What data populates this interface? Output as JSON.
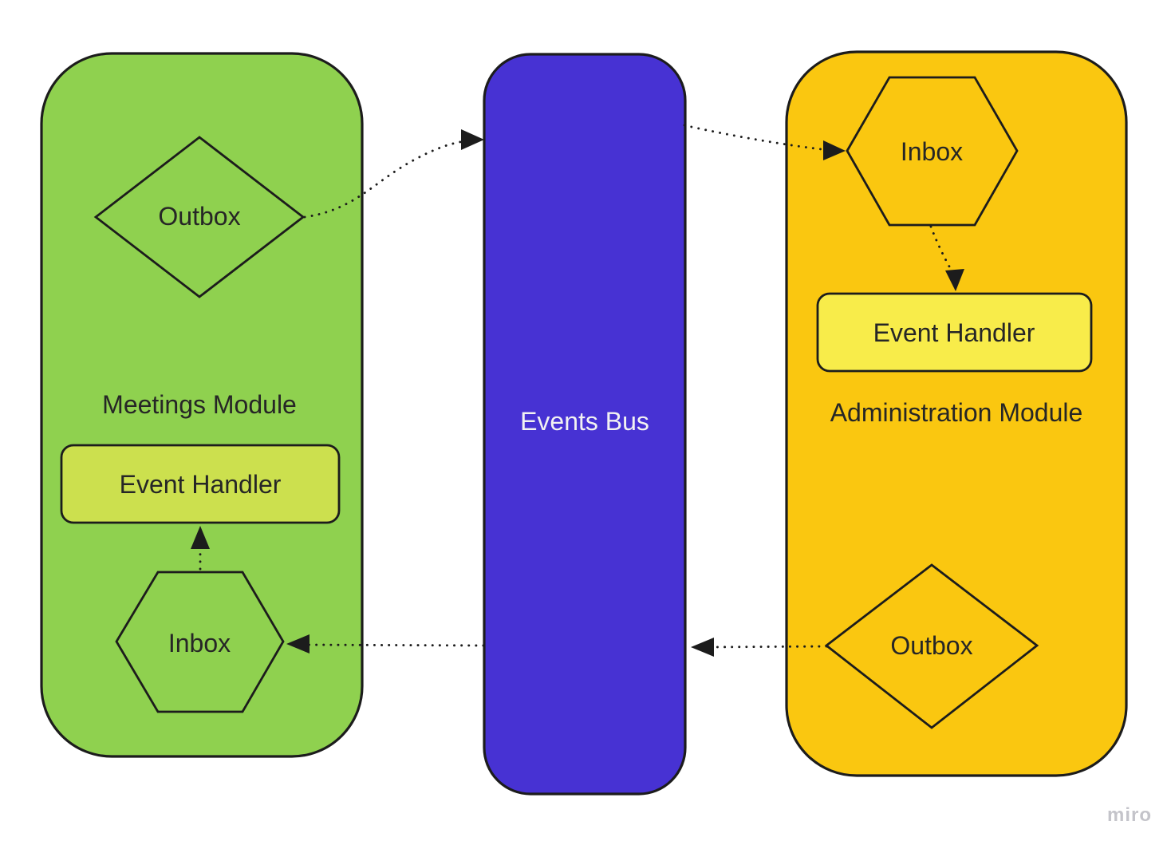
{
  "diagram": {
    "stroke_color": "#1C1C1C",
    "text_color": "#262626",
    "meetings_module": {
      "title": "Meetings Module",
      "fill": "#8FD14F",
      "outbox_label": "Outbox",
      "event_handler_label": "Event Handler",
      "event_handler_fill": "#CCE04E",
      "inbox_label": "Inbox"
    },
    "events_bus": {
      "title": "Events Bus",
      "fill": "#4732D3",
      "title_color": "#F2F2F2"
    },
    "administration_module": {
      "title": "Administration Module",
      "fill": "#FAC710",
      "inbox_label": "Inbox",
      "event_handler_label": "Event Handler",
      "event_handler_fill": "#F8EC4A",
      "outbox_label": "Outbox"
    },
    "connections": [
      {
        "from": "meetings.outbox",
        "to": "events_bus",
        "style": "dotted-arrow"
      },
      {
        "from": "events_bus",
        "to": "administration.inbox",
        "style": "dotted-arrow"
      },
      {
        "from": "administration.inbox",
        "to": "administration.event_handler",
        "style": "dotted-arrow"
      },
      {
        "from": "administration.outbox",
        "to": "events_bus",
        "style": "dotted-arrow"
      },
      {
        "from": "events_bus",
        "to": "meetings.inbox",
        "style": "dotted-arrow"
      },
      {
        "from": "meetings.inbox",
        "to": "meetings.event_handler",
        "style": "dotted-arrow"
      }
    ]
  },
  "watermark": "miro"
}
